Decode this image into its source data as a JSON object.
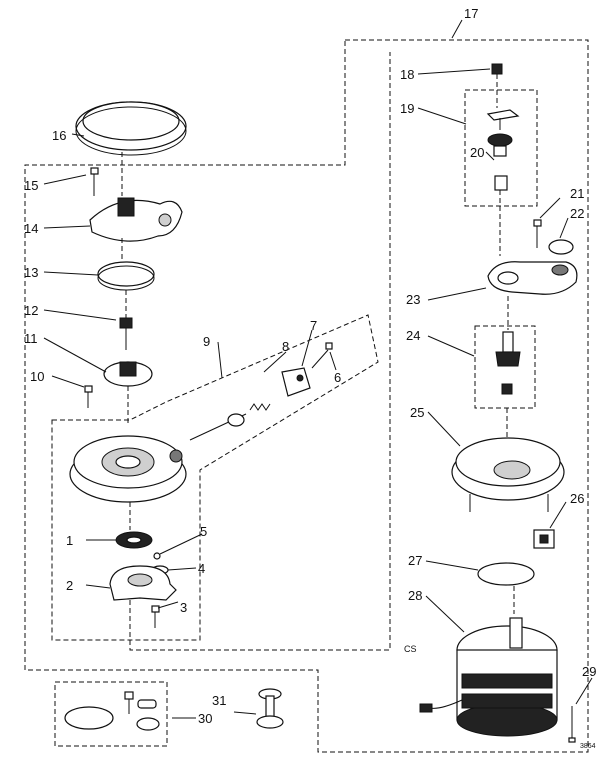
{
  "labels": {
    "l1": "1",
    "l2": "2",
    "l3": "3",
    "l4": "4",
    "l5": "5",
    "l6": "6",
    "l7": "7",
    "l8": "8",
    "l9": "9",
    "l10": "10",
    "l11": "11",
    "l12": "12",
    "l13": "13",
    "l14": "14",
    "l15": "15",
    "l16": "16",
    "l17": "17",
    "l18": "18",
    "l19": "19",
    "l20": "20",
    "l21": "21",
    "l22": "22",
    "l23": "23",
    "l24": "24",
    "l25": "25",
    "l26": "26",
    "l27": "27",
    "l28": "28",
    "l29": "29",
    "l30": "30",
    "l31": "31"
  },
  "notes": {
    "motor_code": "CS",
    "ref_number": "3864"
  }
}
